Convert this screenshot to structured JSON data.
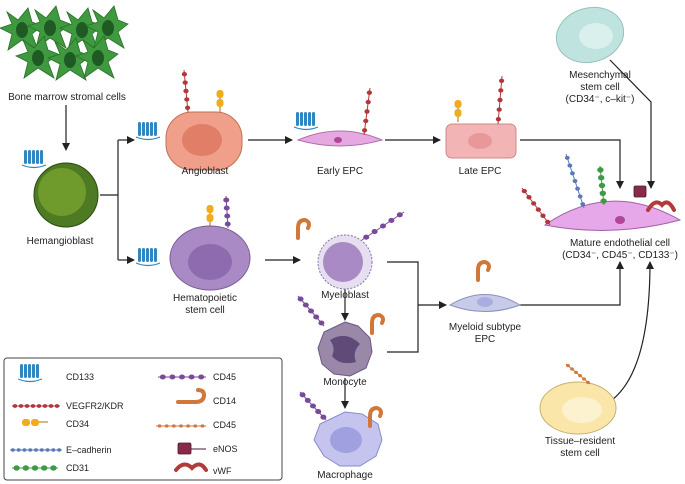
{
  "cells": {
    "bone_marrow": "Bone marrow stromal cells",
    "hemangioblast": "Hemangioblast",
    "angioblast": "Angioblast",
    "early_epc": "Early EPC",
    "late_epc": "Late EPC",
    "mesenchymal_l1": "Mesenchymal",
    "mesenchymal_l2": "stem cell",
    "mesenchymal_l3": "(CD34⁻, c–kit⁻)",
    "mature_l1": "Mature endothelial cell",
    "mature_l2": "(CD34⁻, CD45⁻, CD133⁻)",
    "hematopoietic_l1": "Hematopoietic",
    "hematopoietic_l2": "stem cell",
    "myeloblast": "Myeloblast",
    "myeloid_l1": "Myeloid subtype",
    "myeloid_l2": "EPC",
    "monocyte": "Monocyte",
    "macrophage": "Macrophage",
    "tissue_l1": "Tissue–resident",
    "tissue_l2": "stem cell"
  },
  "legend": {
    "cd133": "CD133",
    "vegfr2": "VEGFR2/KDR",
    "cd34": "CD34",
    "ecadherin": "E–cadherin",
    "cd31": "CD31",
    "cd45a": "CD45",
    "cd14": "CD14",
    "cd45b": "CD45",
    "enos": "eNOS",
    "vwf": "vWF"
  },
  "colors": {
    "stromal": "#3f9a3f",
    "hemangioblast": "#6f9a2c",
    "angioblast": "#f0a08a",
    "epc": "#e6a8e0",
    "late_epc": "#f2b4b4",
    "mesenchymal": "#bfe4df",
    "mature": "#e6a8e8",
    "hematopoietic": "#a98ac4",
    "myeloblast": "#a98ac4",
    "monocyte": "#9988a8",
    "macrophage": "#c4c4ee",
    "myeloid_epc": "#c8cbe8",
    "tissue_resident": "#fae6a8",
    "cd133": "#2f86c0",
    "vegfr2": "#b3363a",
    "cd34": "#f0ac1c",
    "ecadherin": "#5a79b8",
    "cd31": "#3f9a48",
    "cd45": "#7a4a9a",
    "cd14": "#d2773a",
    "enos": "#8a2a4a",
    "vwf": "#b33a3a"
  }
}
